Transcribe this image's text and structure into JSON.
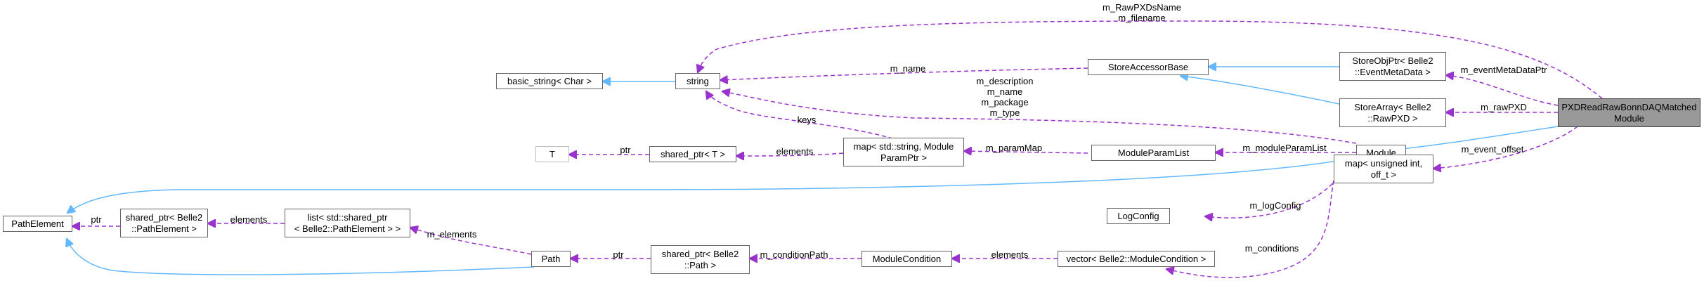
{
  "colors": {
    "inheritance": "#63b8ff",
    "usage": "#9a32cd",
    "node_border": "#666666",
    "highlight_fill": "#999999"
  },
  "nodes": {
    "main": [
      "PXDReadRawBonnDAQMatched",
      "Module"
    ],
    "module": "Module",
    "store_accessor_base": "StoreAccessorBase",
    "store_obj_ptr": [
      "StoreObjPtr< Belle2",
      "::EventMetaData >"
    ],
    "store_array": [
      "StoreArray< Belle2",
      "::RawPXD >"
    ],
    "string": "string",
    "basic_string": "basic_string< Char >",
    "map_string_module": [
      "map< std::string, Module",
      "ParamPtr >"
    ],
    "module_param_list": "ModuleParamList",
    "shared_ptr_t": "shared_ptr< T >",
    "t": "T",
    "map_unsigned": [
      "map< unsigned int,",
      "off_t >"
    ],
    "log_config": "LogConfig",
    "vector_condition": "vector< Belle2::ModuleCondition >",
    "module_condition": "ModuleCondition",
    "shared_ptr_path": [
      "shared_ptr< Belle2",
      "::Path >"
    ],
    "path": "Path",
    "list_path_element": [
      "list< std::shared_ptr",
      "< Belle2::PathElement > >"
    ],
    "shared_ptr_path_element": [
      "shared_ptr< Belle2",
      "::PathElement >"
    ],
    "path_element": "PathElement"
  },
  "edges": {
    "raw_pxd_ds_name": [
      "m_RawPXDsName",
      "m_filename"
    ],
    "event_meta_data_ptr": "m_eventMetaDataPtr",
    "raw_pxd": "m_rawPXD",
    "event_offset": "m_event_offset",
    "m_name": "m_name",
    "module_strings": [
      "m_description",
      "m_name",
      "m_package",
      "m_type"
    ],
    "keys": "keys",
    "elements_map": "elements",
    "ptr_t": "ptr",
    "param_map": "m_paramMap",
    "module_param_list": "m_moduleParamList",
    "log_config": "m_logConfig",
    "conditions": "m_conditions",
    "elements_condition": "elements",
    "condition_path": "m_conditionPath",
    "ptr_path": "ptr",
    "m_elements": "m_elements",
    "elements_list": "elements",
    "ptr_path_element": "ptr"
  }
}
